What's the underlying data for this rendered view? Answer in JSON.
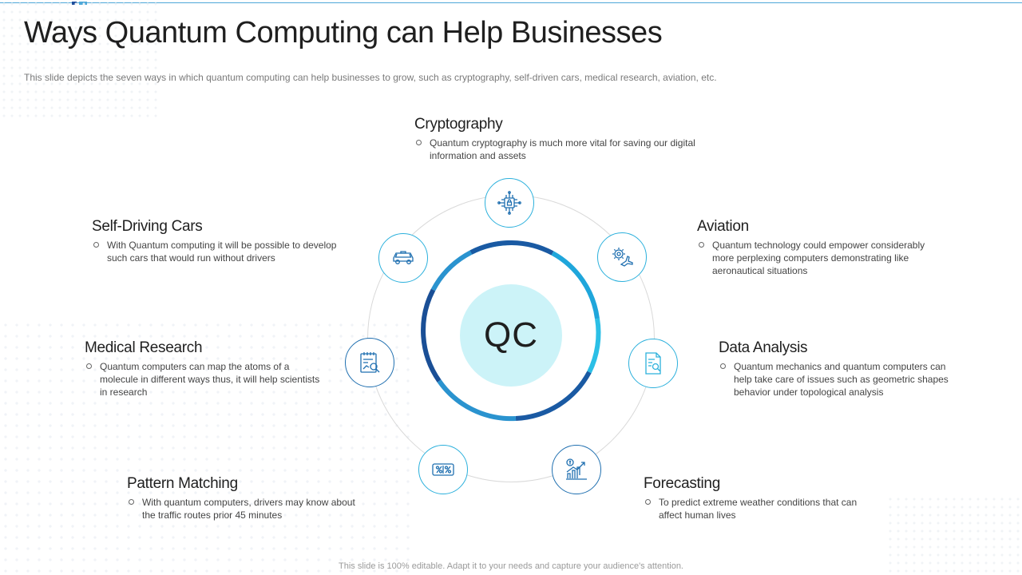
{
  "slide": {
    "title": "Ways Quantum Computing can Help Businesses",
    "subtitle": "This slide depicts the seven ways in which quantum computing can help businesses to grow, such as cryptography, self-driven  cars, medical research, aviation, etc.",
    "footer": "This slide is 100% editable. Adapt it to your needs and capture your audience's attention."
  },
  "center": {
    "label": "QC"
  },
  "colors": {
    "accent": "#2bb0dc",
    "dark_accent": "#1f6fb0",
    "core_fill": "#ccf3f8",
    "ring_gray": "#d9d9d9"
  },
  "items": {
    "cryptography": {
      "title": "Cryptography",
      "desc": "Quantum cryptography is much more vital for saving our digital information  and assets",
      "icon": "circuit-chip-icon"
    },
    "aviation": {
      "title": "Aviation",
      "desc": "Quantum technology could empower considerably more perplexing computers demonstrating like aeronautical  situations",
      "icon": "gear-airplane-icon"
    },
    "data_analysis": {
      "title": "Data Analysis",
      "desc": "Quantum mechanics and quantum computers can help take care of issues such as geometric shapes behavior  under topological analysis",
      "icon": "document-search-icon"
    },
    "forecasting": {
      "title": "Forecasting",
      "desc": "To predict extreme weather conditions that can affect human lives",
      "icon": "growth-chart-icon"
    },
    "pattern_matching": {
      "title": "Pattern Matching",
      "desc": "With quantum computers, drivers may know about the traffic routes prior 45 minutes",
      "icon": "percent-pattern-icon"
    },
    "medical_research": {
      "title": "Medical Research",
      "desc": "Quantum computers can map the atoms of a molecule in different  ways thus, it will help scientists in research",
      "icon": "report-magnifier-icon"
    },
    "self_driving_cars": {
      "title": "Self-Driving Cars",
      "desc": "With Quantum computing it will be possible to develop  such cars that would run without drivers",
      "icon": "car-icon"
    }
  }
}
